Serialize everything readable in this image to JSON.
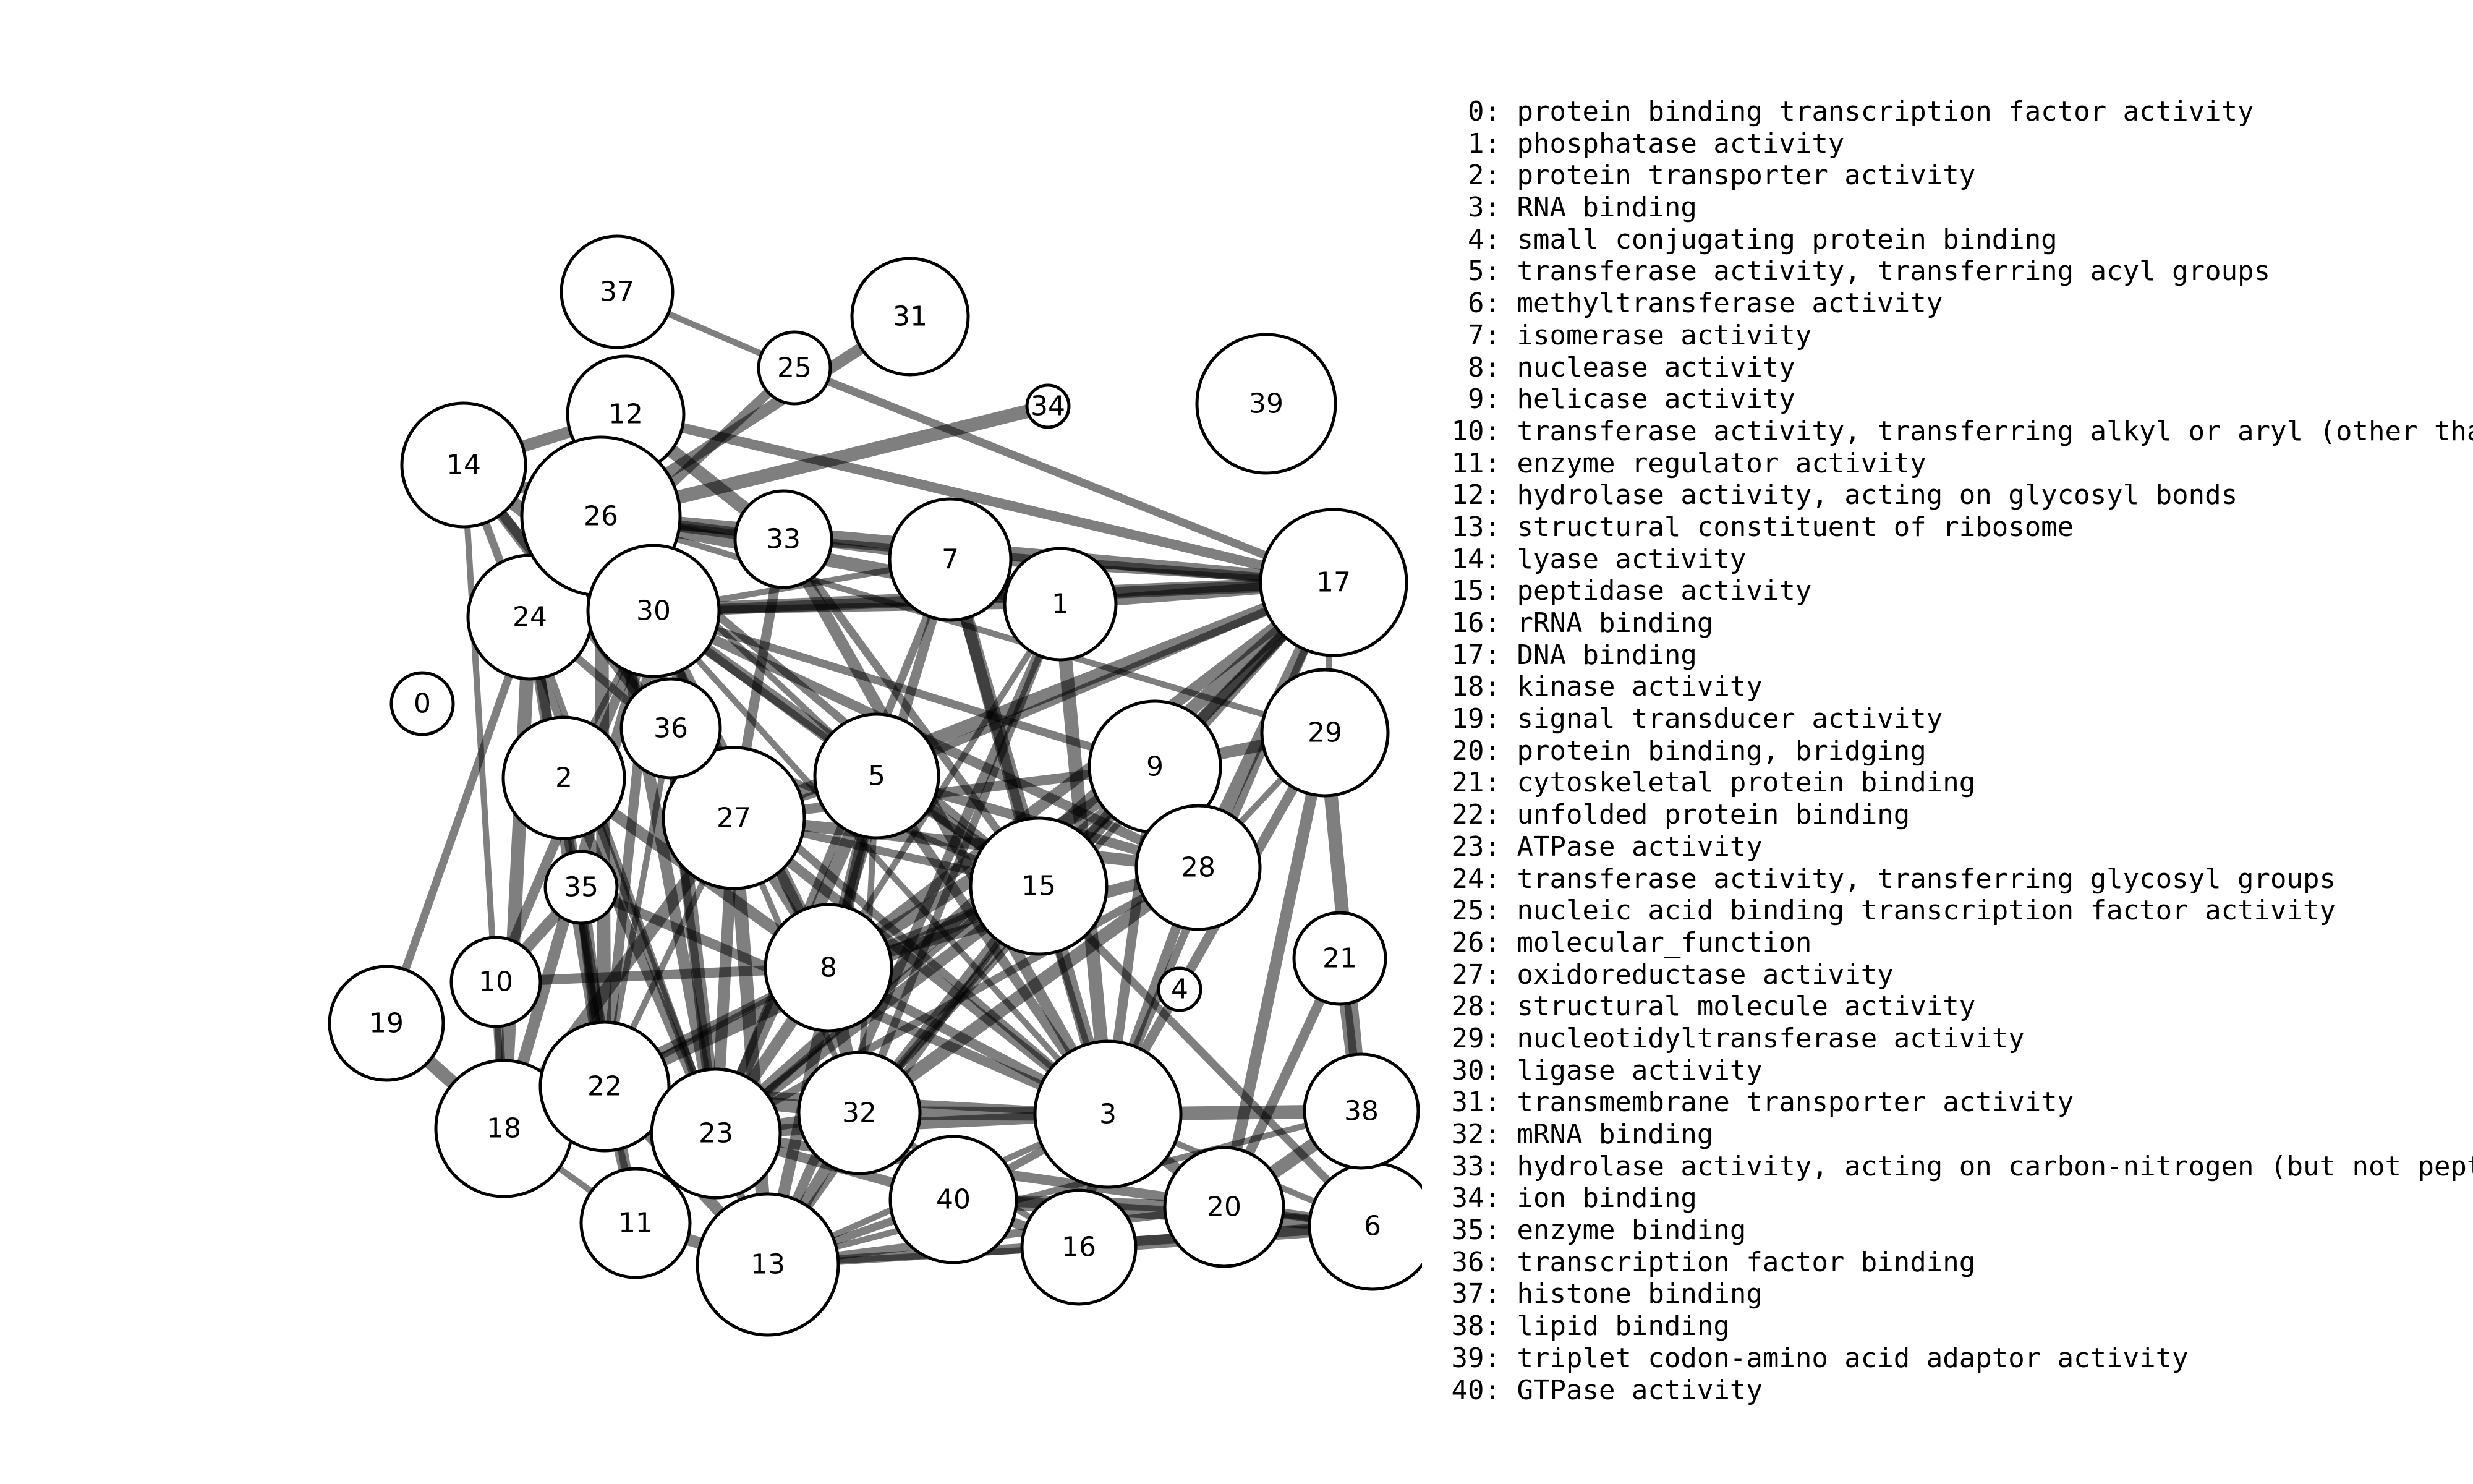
{
  "nodes": [
    {
      "id": "0",
      "label": "protein binding transcription factor activity",
      "weight": 0.14
    },
    {
      "id": "1",
      "label": "phosphatase activity",
      "weight": 0.62
    },
    {
      "id": "2",
      "label": "protein transporter activity",
      "weight": 0.66
    },
    {
      "id": "3",
      "label": "RNA binding",
      "weight": 1.0
    },
    {
      "id": "4",
      "label": "small conjugating protein binding",
      "weight": 0.1
    },
    {
      "id": "5",
      "label": "transferase activity, transferring acyl groups",
      "weight": 0.74
    },
    {
      "id": "6",
      "label": "methyltransferase activity",
      "weight": 0.74
    },
    {
      "id": "7",
      "label": "isomerase activity",
      "weight": 0.72
    },
    {
      "id": "8",
      "label": "nuclease activity",
      "weight": 0.8
    },
    {
      "id": "9",
      "label": "helicase activity",
      "weight": 0.78
    },
    {
      "id": "10",
      "label": "transferase activity, transferring alkyl or aryl (other than methyl) groups",
      "weight": 0.4
    },
    {
      "id": "11",
      "label": "enzyme regulator activity",
      "weight": 0.5
    },
    {
      "id": "12",
      "label": "hydrolase activity, acting on glycosyl bonds",
      "weight": 0.58
    },
    {
      "id": "13",
      "label": "structural constituent of ribosome",
      "weight": 0.96
    },
    {
      "id": "14",
      "label": "lyase activity",
      "weight": 0.7
    },
    {
      "id": "15",
      "label": "peptidase activity",
      "weight": 0.88
    },
    {
      "id": "16",
      "label": "rRNA binding",
      "weight": 0.6
    },
    {
      "id": "17",
      "label": "DNA binding",
      "weight": 1.0
    },
    {
      "id": "18",
      "label": "kinase activity",
      "weight": 0.9
    },
    {
      "id": "19",
      "label": "signal transducer activity",
      "weight": 0.6
    },
    {
      "id": "20",
      "label": "protein binding, bridging",
      "weight": 0.66
    },
    {
      "id": "21",
      "label": "cytoskeletal protein binding",
      "weight": 0.42
    },
    {
      "id": "22",
      "label": "unfolded protein binding",
      "weight": 0.78
    },
    {
      "id": "23",
      "label": "ATPase activity",
      "weight": 0.8
    },
    {
      "id": "24",
      "label": "transferase activity, transferring glycosyl groups",
      "weight": 0.7
    },
    {
      "id": "25",
      "label": "nucleic acid binding transcription factor activity",
      "weight": 0.26
    },
    {
      "id": "26",
      "label": "molecular_function",
      "weight": 1.1
    },
    {
      "id": "27",
      "label": "oxidoreductase activity",
      "weight": 0.96
    },
    {
      "id": "28",
      "label": "structural molecule activity",
      "weight": 0.74
    },
    {
      "id": "29",
      "label": "nucleotidyltransferase activity",
      "weight": 0.76
    },
    {
      "id": "30",
      "label": "ligase activity",
      "weight": 0.86
    },
    {
      "id": "31",
      "label": "transmembrane transporter activity",
      "weight": 0.6
    },
    {
      "id": "32",
      "label": "mRNA binding",
      "weight": 0.76
    },
    {
      "id": "33",
      "label": "hydrolase activity, acting on carbon-nitrogen (but not peptide) bonds",
      "weight": 0.48
    },
    {
      "id": "34",
      "label": "ion binding",
      "weight": 0.1
    },
    {
      "id": "35",
      "label": "enzyme binding",
      "weight": 0.26
    },
    {
      "id": "36",
      "label": "transcription factor binding",
      "weight": 0.48
    },
    {
      "id": "37",
      "label": "histone binding",
      "weight": 0.56
    },
    {
      "id": "38",
      "label": "lipid binding",
      "weight": 0.56
    },
    {
      "id": "39",
      "label": "triplet codon-amino acid adaptor activity",
      "weight": 0.9
    },
    {
      "id": "40",
      "label": "GTPase activity",
      "weight": 0.76
    }
  ],
  "edges": [
    [
      "37",
      "25"
    ],
    [
      "25",
      "17"
    ],
    [
      "25",
      "24"
    ],
    [
      "31",
      "26"
    ],
    [
      "34",
      "26"
    ],
    [
      "12",
      "26"
    ],
    [
      "12",
      "36"
    ],
    [
      "12",
      "17"
    ],
    [
      "14",
      "26"
    ],
    [
      "14",
      "30"
    ],
    [
      "14",
      "18"
    ],
    [
      "14",
      "23"
    ],
    [
      "14",
      "36"
    ],
    [
      "14",
      "27"
    ],
    [
      "26",
      "17"
    ],
    [
      "26",
      "7"
    ],
    [
      "26",
      "30"
    ],
    [
      "26",
      "24"
    ],
    [
      "26",
      "33"
    ],
    [
      "26",
      "1"
    ],
    [
      "26",
      "5"
    ],
    [
      "26",
      "15"
    ],
    [
      "26",
      "8"
    ],
    [
      "26",
      "23"
    ],
    [
      "26",
      "22"
    ],
    [
      "26",
      "36"
    ],
    [
      "33",
      "17"
    ],
    [
      "33",
      "27"
    ],
    [
      "33",
      "3"
    ],
    [
      "30",
      "17"
    ],
    [
      "30",
      "7"
    ],
    [
      "30",
      "9"
    ],
    [
      "30",
      "28"
    ],
    [
      "30",
      "15"
    ],
    [
      "30",
      "8"
    ],
    [
      "30",
      "3"
    ],
    [
      "30",
      "23"
    ],
    [
      "30",
      "22"
    ],
    [
      "30",
      "18"
    ],
    [
      "30",
      "27"
    ],
    [
      "30",
      "2"
    ],
    [
      "30",
      "5"
    ],
    [
      "30",
      "10"
    ],
    [
      "24",
      "22"
    ],
    [
      "24",
      "18"
    ],
    [
      "24",
      "23"
    ],
    [
      "24",
      "3"
    ],
    [
      "24",
      "11"
    ],
    [
      "36",
      "27"
    ],
    [
      "36",
      "23"
    ],
    [
      "36",
      "22"
    ],
    [
      "2",
      "22"
    ],
    [
      "2",
      "23"
    ],
    [
      "35",
      "10"
    ],
    [
      "35",
      "22"
    ],
    [
      "27",
      "5"
    ],
    [
      "27",
      "8"
    ],
    [
      "27",
      "3"
    ],
    [
      "27",
      "23"
    ],
    [
      "27",
      "13"
    ],
    [
      "27",
      "32"
    ],
    [
      "27",
      "15"
    ],
    [
      "27",
      "9"
    ],
    [
      "27",
      "28"
    ],
    [
      "27",
      "18"
    ],
    [
      "27",
      "22"
    ],
    [
      "5",
      "15"
    ],
    [
      "5",
      "3"
    ],
    [
      "5",
      "8"
    ],
    [
      "5",
      "23"
    ],
    [
      "5",
      "32"
    ],
    [
      "5",
      "17"
    ],
    [
      "5",
      "28"
    ],
    [
      "7",
      "15"
    ],
    [
      "7",
      "3"
    ],
    [
      "7",
      "17"
    ],
    [
      "7",
      "23"
    ],
    [
      "7",
      "8"
    ],
    [
      "1",
      "17"
    ],
    [
      "1",
      "3"
    ],
    [
      "1",
      "8"
    ],
    [
      "1",
      "32"
    ],
    [
      "1",
      "13"
    ],
    [
      "17",
      "9"
    ],
    [
      "17",
      "28"
    ],
    [
      "17",
      "29"
    ],
    [
      "17",
      "3"
    ],
    [
      "17",
      "15"
    ],
    [
      "17",
      "8"
    ],
    [
      "17",
      "23"
    ],
    [
      "17",
      "32"
    ],
    [
      "9",
      "15"
    ],
    [
      "9",
      "3"
    ],
    [
      "9",
      "29"
    ],
    [
      "9",
      "8"
    ],
    [
      "9",
      "23"
    ],
    [
      "9",
      "32"
    ],
    [
      "28",
      "3"
    ],
    [
      "28",
      "8"
    ],
    [
      "28",
      "32"
    ],
    [
      "28",
      "29"
    ],
    [
      "28",
      "23"
    ],
    [
      "29",
      "3"
    ],
    [
      "29",
      "20"
    ],
    [
      "29",
      "38"
    ],
    [
      "15",
      "3"
    ],
    [
      "15",
      "8"
    ],
    [
      "15",
      "32"
    ],
    [
      "15",
      "23"
    ],
    [
      "15",
      "22"
    ],
    [
      "15",
      "13"
    ],
    [
      "15",
      "6"
    ],
    [
      "8",
      "3"
    ],
    [
      "8",
      "23"
    ],
    [
      "8",
      "32"
    ],
    [
      "8",
      "22"
    ],
    [
      "8",
      "18"
    ],
    [
      "8",
      "10"
    ],
    [
      "3",
      "23"
    ],
    [
      "3",
      "32"
    ],
    [
      "3",
      "13"
    ],
    [
      "3",
      "40"
    ],
    [
      "3",
      "16"
    ],
    [
      "3",
      "20"
    ],
    [
      "3",
      "38"
    ],
    [
      "3",
      "6"
    ],
    [
      "3",
      "22"
    ],
    [
      "21",
      "20"
    ],
    [
      "21",
      "6"
    ],
    [
      "38",
      "20"
    ],
    [
      "38",
      "13"
    ],
    [
      "23",
      "13"
    ],
    [
      "23",
      "40"
    ],
    [
      "23",
      "32"
    ],
    [
      "23",
      "22"
    ],
    [
      "23",
      "18"
    ],
    [
      "23",
      "11"
    ],
    [
      "23",
      "6"
    ],
    [
      "32",
      "13"
    ],
    [
      "32",
      "40"
    ],
    [
      "32",
      "16"
    ],
    [
      "40",
      "13"
    ],
    [
      "40",
      "16"
    ],
    [
      "40",
      "20"
    ],
    [
      "40",
      "6"
    ],
    [
      "13",
      "16"
    ],
    [
      "13",
      "20"
    ],
    [
      "13",
      "6"
    ],
    [
      "13",
      "11"
    ],
    [
      "16",
      "6"
    ],
    [
      "20",
      "6"
    ],
    [
      "22",
      "18"
    ],
    [
      "22",
      "11"
    ],
    [
      "22",
      "13"
    ],
    [
      "18",
      "19"
    ],
    [
      "18",
      "11"
    ],
    [
      "19",
      "24"
    ],
    [
      "10",
      "18"
    ],
    [
      "14",
      "12"
    ],
    [
      "12",
      "33"
    ],
    [
      "26",
      "29"
    ],
    [
      "30",
      "1"
    ],
    [
      "24",
      "17"
    ],
    [
      "2",
      "8"
    ],
    [
      "27",
      "17"
    ],
    [
      "36",
      "15"
    ],
    [
      "33",
      "15"
    ],
    [
      "35",
      "3"
    ],
    [
      "5",
      "13"
    ],
    [
      "32",
      "22"
    ]
  ]
}
